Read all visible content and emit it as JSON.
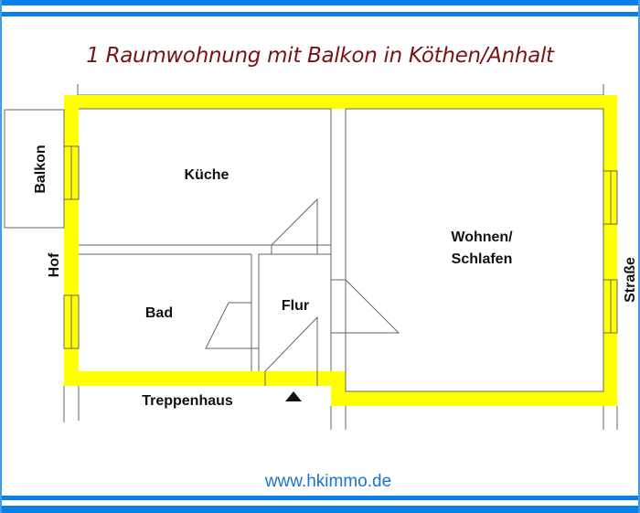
{
  "title": "1 Raumwohnung mit Balkon in Köthen/Anhalt",
  "footer": {
    "website": "www.hkimmo.de"
  },
  "floorplan": {
    "rooms": {
      "kitchen": "Küche",
      "living": "Wohnen/",
      "living_line2": "Schlafen",
      "bath": "Bad",
      "hall": "Flur",
      "stairwell": "Treppenhaus",
      "balcony": "Balkon"
    },
    "orientation": {
      "courtyard": "Hof",
      "street": "Straße"
    },
    "entrance_marker": "entrance-arrow"
  },
  "colors": {
    "frame": "#0a7fe6",
    "title": "#7a1212",
    "wall": "#ffff00",
    "link": "#1a74c8"
  }
}
